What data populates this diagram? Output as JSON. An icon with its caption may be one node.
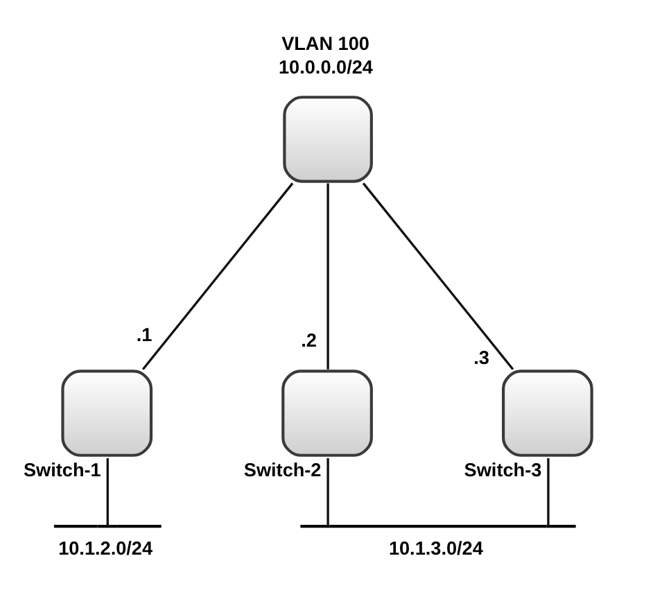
{
  "diagram": {
    "nodes": [
      {
        "text": [
          "VLAN 100",
          "10.0.0.0/24"
        ]
      },
      {
        "text": [
          "Switch-1"
        ]
      },
      {
        "text": [
          "Switch-2"
        ]
      },
      {
        "text": [
          "Switch-3"
        ]
      },
      {
        "text": [],
        "shape": "bar",
        "beside": [
          "10.1.2.0/24"
        ]
      },
      {
        "text": [],
        "shape": "bar",
        "beside": [
          "10.1.3.0/24"
        ]
      }
    ],
    "edges": [
      {
        "from": 0,
        "to": 1,
        "arrow": "none",
        "label": ".1"
      },
      {
        "from": 0,
        "to": 2,
        "arrow": "none",
        "label": ".2"
      },
      {
        "from": 0,
        "to": 3,
        "arrow": "none",
        "label": ".3"
      },
      {
        "from": 1,
        "to": 4,
        "arrow": "none"
      },
      {
        "from": 2,
        "to": 5,
        "arrow": "none"
      },
      {
        "from": 3,
        "to": 5,
        "arrow": "none"
      }
    ]
  }
}
